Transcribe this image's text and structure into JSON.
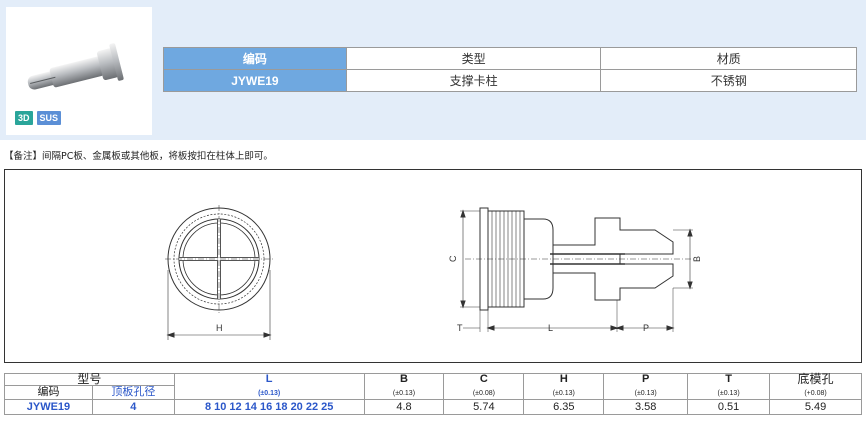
{
  "badges": {
    "three_d": "3D",
    "material": "SUS"
  },
  "spec_top": {
    "headers": [
      "编码",
      "类型",
      "材质"
    ],
    "values": [
      "JYWE19",
      "支撑卡柱",
      "不锈钢"
    ]
  },
  "note": "【备注】间隔PC板、金属板或其他板，将板按扣在柱体上即可。",
  "drawing": {
    "dim_h": "H",
    "dim_c": "C",
    "dim_b": "B",
    "dim_t": "T",
    "dim_l": "L",
    "dim_p": "P"
  },
  "spec_bottom": {
    "group_label": "型号",
    "sub_code": "编码",
    "sub_hole": "顶板孔径",
    "cols": [
      {
        "name": "L",
        "tol": "(±0.13)"
      },
      {
        "name": "B",
        "tol": "(±0.13)"
      },
      {
        "name": "C",
        "tol": "(±0.08)"
      },
      {
        "name": "H",
        "tol": "(±0.13)"
      },
      {
        "name": "P",
        "tol": "(±0.13)"
      },
      {
        "name": "T",
        "tol": "(±0.13)"
      },
      {
        "name": "底模孔",
        "tol": "(+0.08)"
      }
    ],
    "row": {
      "code": "JYWE19",
      "hole": "4",
      "L": "8 10 12 14 16 18 20 22 25",
      "B": "4.8",
      "C": "5.74",
      "H": "6.35",
      "P": "3.58",
      "T": "0.51",
      "bottom_hole": "5.49"
    }
  }
}
